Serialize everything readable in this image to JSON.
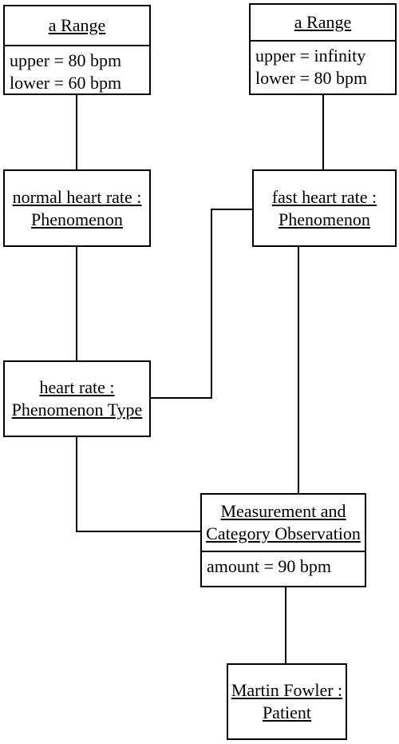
{
  "range_normal": {
    "name": "a Range",
    "attributes": [
      "upper = 80 bpm",
      "lower = 60 bpm"
    ]
  },
  "range_fast": {
    "name": "a Range",
    "attributes": [
      "upper = infinity",
      "lower = 80 bpm"
    ]
  },
  "normal_heart_rate": {
    "line1": "normal heart rate :",
    "line2": "Phenomenon"
  },
  "fast_heart_rate": {
    "line1": "fast heart rate :",
    "line2": "Phenomenon"
  },
  "heart_rate": {
    "line1": "heart rate :",
    "line2": "Phenomenon Type"
  },
  "observation": {
    "line1": "Measurement and",
    "line2": "Category Observation",
    "attributes": [
      "amount = 90 bpm"
    ]
  },
  "patient": {
    "line1": "Martin Fowler :",
    "line2": "Patient"
  },
  "colors": {
    "line": "#000000",
    "background": "#ffffff"
  }
}
